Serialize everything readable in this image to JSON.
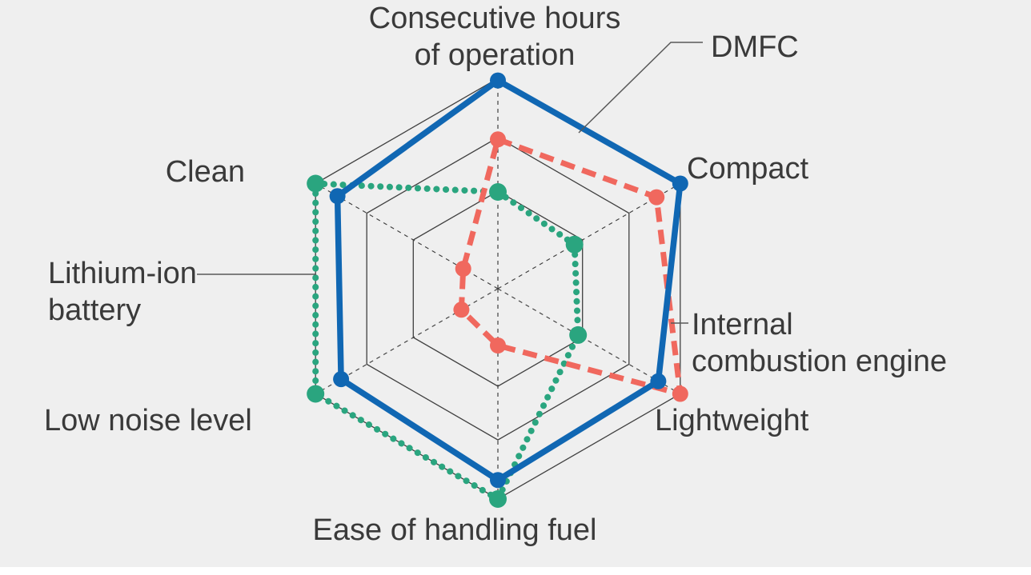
{
  "palette": {
    "background": "#efefef",
    "text": "#3a3a3a",
    "grid": "#404040",
    "callout": "#595959",
    "bottom_strip": "#ffffff"
  },
  "chart_data": {
    "type": "radar",
    "title": "",
    "categories": [
      "Consecutive hours of operation",
      "Compact",
      "Lightweight",
      "Ease of handling fuel",
      "Low noise level",
      "Clean"
    ],
    "series": [
      {
        "name": "DMFC",
        "color": "#1067b3",
        "line_style": "solid",
        "values": [
          99,
          100,
          88,
          91,
          86,
          88
        ]
      },
      {
        "name": "Internal combustion engine",
        "color": "#f0685e",
        "line_style": "dashed",
        "values": [
          71,
          87,
          100,
          27,
          20,
          19
        ]
      },
      {
        "name": "Lithium-ion battery",
        "color": "#2aa57f",
        "line_style": "dotted",
        "values": [
          46,
          42,
          44,
          100,
          100,
          100
        ]
      }
    ],
    "scale": {
      "min": 0,
      "max": 100,
      "value_unit": "percent-of-outer-ring",
      "grid_rings_pct": [
        46.4,
        71.9,
        100
      ]
    },
    "axis_style": "dashed-spokes",
    "grid_shape": "hexagon-pointy-top",
    "legend_position": "callout-labels"
  }
}
